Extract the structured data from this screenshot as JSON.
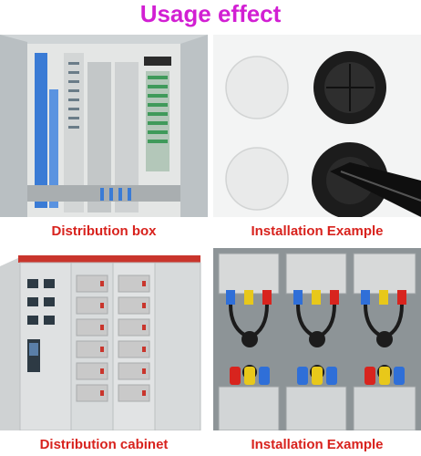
{
  "header": {
    "title": "Usage effect"
  },
  "panels": [
    {
      "caption": "Distribution box"
    },
    {
      "caption": "Installation Example"
    },
    {
      "caption": "Distribution cabinet"
    },
    {
      "caption": "Installation Example"
    }
  ],
  "colors": {
    "title": "#d21fd3",
    "caption": "#d8221d",
    "wire_blue": "#2f6fd8",
    "wire_yellow": "#e8c81a",
    "wire_red": "#d8241e",
    "grommet": "#1c1c1c"
  }
}
